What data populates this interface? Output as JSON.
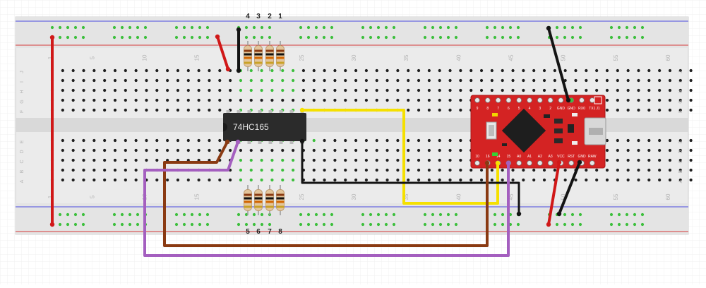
{
  "breadboard": {
    "column_numbers": [
      "1",
      "5",
      "10",
      "15",
      "20",
      "25",
      "30",
      "35",
      "40",
      "45",
      "50",
      "55",
      "60"
    ],
    "row_letters_top": [
      "J",
      "I",
      "H",
      "G",
      "F"
    ],
    "row_letters_bottom": [
      "E",
      "D",
      "C",
      "B",
      "A"
    ]
  },
  "chip": {
    "label": "74HC165"
  },
  "resistors": {
    "top_labels": [
      "4",
      "3",
      "2",
      "1"
    ],
    "bottom_labels": [
      "5",
      "6",
      "7",
      "8"
    ]
  },
  "microcontroller": {
    "top_pins": [
      "9",
      "8",
      "7",
      "6",
      "5",
      "4",
      "3",
      "2",
      "GND",
      "GND",
      "RX0",
      "TX1"
    ],
    "bottom_pins": [
      "10",
      "16",
      "14",
      "15",
      "A0",
      "A1",
      "A2",
      "A3",
      "VCC",
      "RST",
      "GND",
      "RAW"
    ],
    "side_label": "J1"
  },
  "colors": {
    "board": "#e8e8e8",
    "hole": "#1f1f1f",
    "hole_connected": "#3dbf3d",
    "power_red": "#d63a3a",
    "power_blue": "#4a4adf",
    "wire_red": "#d01818",
    "wire_black": "#141414",
    "wire_yellow": "#f5e000",
    "wire_brown": "#8a3a12",
    "wire_purple": "#a45fbf",
    "mcu_red": "#d42323"
  }
}
